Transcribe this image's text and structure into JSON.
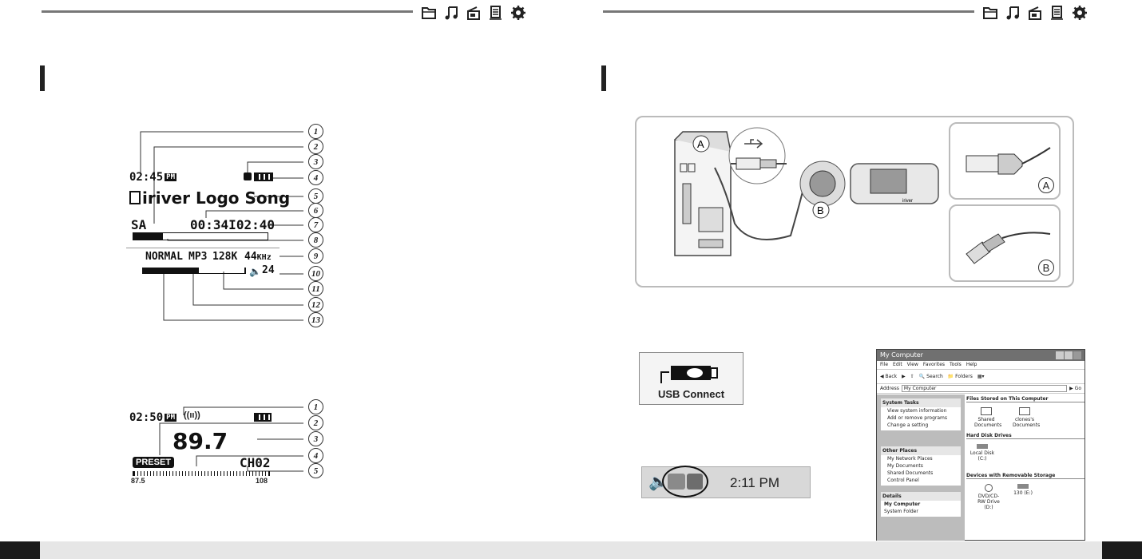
{
  "header": {
    "icon_names": [
      "folder-icon",
      "music-note-icon",
      "radio-icon",
      "document-icon",
      "gear-icon"
    ]
  },
  "music_display": {
    "time": "02:45",
    "ampm": "PM",
    "song_title": "iriver Logo Song",
    "mode": "SA",
    "elapsed": "00:34",
    "total": "02:40",
    "eq": "NORMAL",
    "format": "MP3",
    "bitrate": "128K",
    "samplerate": "44",
    "samplerate_unit": "KHz",
    "volume": "24",
    "progress_fraction": 0.22,
    "callouts": [
      "1",
      "2",
      "3",
      "4",
      "5",
      "6",
      "7",
      "8",
      "9",
      "10",
      "11",
      "12",
      "13"
    ]
  },
  "radio_display": {
    "time": "02:50",
    "ampm": "PM",
    "frequency": "89.7",
    "preset": "PRESET",
    "channel": "CH02",
    "range_min": "87.5",
    "range_max": "108",
    "callouts": [
      "1",
      "2",
      "3",
      "4",
      "5"
    ]
  },
  "connection": {
    "label_a": "A",
    "label_b": "B",
    "device_brand": "iriver"
  },
  "usb_connect": {
    "label": "USB Connect"
  },
  "taskbar": {
    "time": "2:11 PM"
  },
  "explorer": {
    "title": "My Computer",
    "menu": [
      "File",
      "Edit",
      "View",
      "Favorites",
      "Tools",
      "Help"
    ],
    "toolbar": {
      "back": "Back",
      "search": "Search",
      "folders": "Folders"
    },
    "address_label": "Address",
    "address_value": "My Computer",
    "go": "Go",
    "system_tasks": {
      "title": "System Tasks",
      "items": [
        "View system information",
        "Add or remove programs",
        "Change a setting"
      ]
    },
    "other_places": {
      "title": "Other Places",
      "items": [
        "My Network Places",
        "My Documents",
        "Shared Documents",
        "Control Panel"
      ]
    },
    "details": {
      "title": "Details",
      "name": "My Computer",
      "type": "System Folder"
    },
    "sections": {
      "files": "Files Stored on This Computer",
      "hdd": "Hard Disk Drives",
      "removable": "Devices with Removable Storage"
    },
    "items": {
      "shared_docs": "Shared Documents",
      "clones_docs": "clones's Documents",
      "local_disk": "Local Disk (C:)",
      "dvd": "DVD/CD-RW Drive (D:)",
      "removable": "130 (E:)"
    }
  }
}
